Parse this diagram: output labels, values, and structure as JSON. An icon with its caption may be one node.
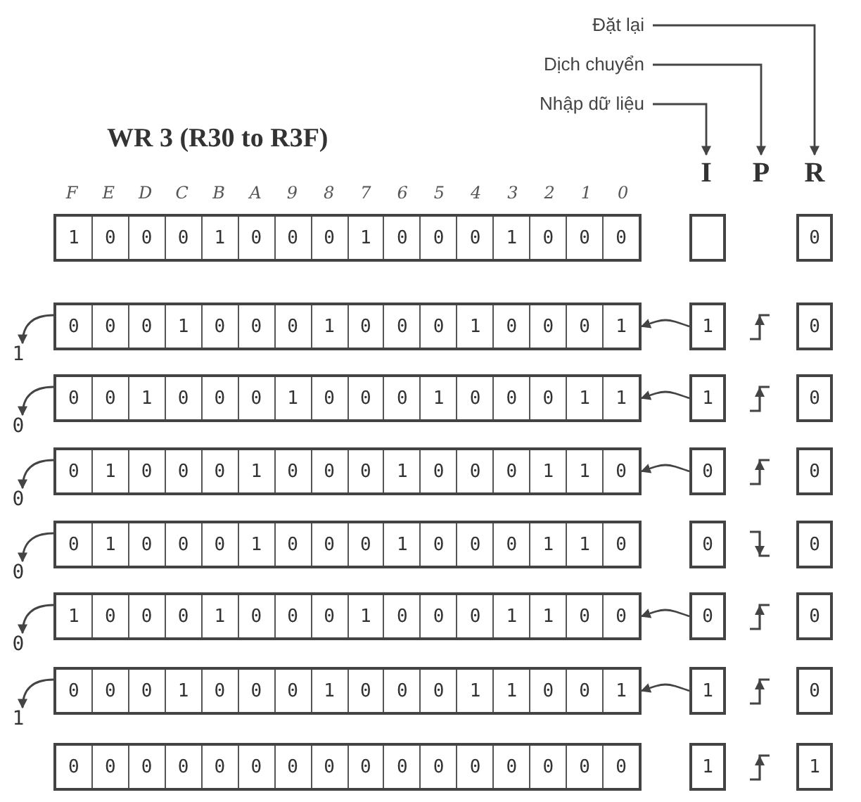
{
  "diagram": {
    "title": "WR 3 (R30 to R3F)",
    "nodes": [
      {
        "text": [
          "Đặt lại"
        ]
      },
      {
        "text": [
          "Dịch chuyển"
        ]
      },
      {
        "text": [
          "Nhập dữ liệu"
        ]
      },
      {
        "text": [
          "I"
        ]
      },
      {
        "text": [
          "P"
        ]
      },
      {
        "text": [
          "R"
        ]
      },
      {
        "text": [
          "1",
          "0",
          "0",
          "0",
          "1",
          "0",
          "0",
          "0",
          "1",
          "0",
          "0",
          "0",
          "1",
          "0",
          "0",
          "0"
        ]
      },
      {
        "text": [],
        "shape": "box"
      },
      {
        "text": [
          "0"
        ]
      },
      {
        "text": [
          "0",
          "0",
          "0",
          "1",
          "0",
          "0",
          "0",
          "1",
          "0",
          "0",
          "0",
          "1",
          "0",
          "0",
          "0",
          "1"
        ]
      },
      {
        "text": [
          "1"
        ]
      },
      {
        "text": [],
        "shape": "rise"
      },
      {
        "text": [
          "0"
        ]
      },
      {
        "text": [
          "1"
        ]
      },
      {
        "text": [
          "0",
          "0",
          "1",
          "0",
          "0",
          "0",
          "1",
          "0",
          "0",
          "0",
          "1",
          "0",
          "0",
          "0",
          "1",
          "1"
        ]
      },
      {
        "text": [
          "1"
        ]
      },
      {
        "text": [],
        "shape": "rise"
      },
      {
        "text": [
          "0"
        ]
      },
      {
        "text": [
          "0"
        ]
      },
      {
        "text": [
          "0",
          "1",
          "0",
          "0",
          "0",
          "1",
          "0",
          "0",
          "0",
          "1",
          "0",
          "0",
          "0",
          "1",
          "1",
          "0"
        ]
      },
      {
        "text": [
          "0"
        ]
      },
      {
        "text": [],
        "shape": "rise"
      },
      {
        "text": [
          "0"
        ]
      },
      {
        "text": [
          "0"
        ]
      },
      {
        "text": [
          "0",
          "1",
          "0",
          "0",
          "0",
          "1",
          "0",
          "0",
          "0",
          "1",
          "0",
          "0",
          "0",
          "1",
          "1",
          "0"
        ]
      },
      {
        "text": [
          "0"
        ]
      },
      {
        "text": [],
        "shape": "fall"
      },
      {
        "text": [
          "0"
        ]
      },
      {
        "text": [
          "0"
        ]
      },
      {
        "text": [
          "1",
          "0",
          "0",
          "0",
          "1",
          "0",
          "0",
          "0",
          "1",
          "0",
          "0",
          "0",
          "1",
          "1",
          "0",
          "0"
        ]
      },
      {
        "text": [
          "0"
        ]
      },
      {
        "text": [],
        "shape": "rise"
      },
      {
        "text": [
          "0"
        ]
      },
      {
        "text": [
          "0"
        ]
      },
      {
        "text": [
          "0",
          "0",
          "0",
          "1",
          "0",
          "0",
          "0",
          "1",
          "0",
          "0",
          "0",
          "1",
          "1",
          "0",
          "0",
          "1"
        ]
      },
      {
        "text": [
          "1"
        ]
      },
      {
        "text": [],
        "shape": "rise"
      },
      {
        "text": [
          "0"
        ]
      },
      {
        "text": [
          "1"
        ]
      },
      {
        "text": [
          "0",
          "0",
          "0",
          "0",
          "0",
          "0",
          "0",
          "0",
          "0",
          "0",
          "0",
          "0",
          "0",
          "0",
          "0",
          "0"
        ]
      },
      {
        "text": [
          "1"
        ]
      },
      {
        "text": [],
        "shape": "rise"
      },
      {
        "text": [
          "1"
        ]
      }
    ],
    "edges": [
      {
        "from": 0,
        "to": 5,
        "arrow": "to"
      },
      {
        "from": 1,
        "to": 4,
        "arrow": "to"
      },
      {
        "from": 2,
        "to": 3,
        "arrow": "to"
      },
      {
        "from": 10,
        "to": 9,
        "arrow": "to"
      },
      {
        "from": 9,
        "to": 13,
        "arrow": "to"
      },
      {
        "from": 15,
        "to": 14,
        "arrow": "to"
      },
      {
        "from": 14,
        "to": 18,
        "arrow": "to"
      },
      {
        "from": 20,
        "to": 19,
        "arrow": "to"
      },
      {
        "from": 19,
        "to": 23,
        "arrow": "to"
      },
      {
        "from": 24,
        "to": 28,
        "arrow": "to"
      },
      {
        "from": 30,
        "to": 29,
        "arrow": "to"
      },
      {
        "from": 29,
        "to": 33,
        "arrow": "to"
      },
      {
        "from": 35,
        "to": 34,
        "arrow": "to"
      },
      {
        "from": 34,
        "to": 38,
        "arrow": "to"
      }
    ],
    "labels": [
      "F",
      "E",
      "D",
      "C",
      "B",
      "A",
      "9",
      "8",
      "7",
      "6",
      "5",
      "4",
      "3",
      "2",
      "1",
      "0"
    ]
  }
}
